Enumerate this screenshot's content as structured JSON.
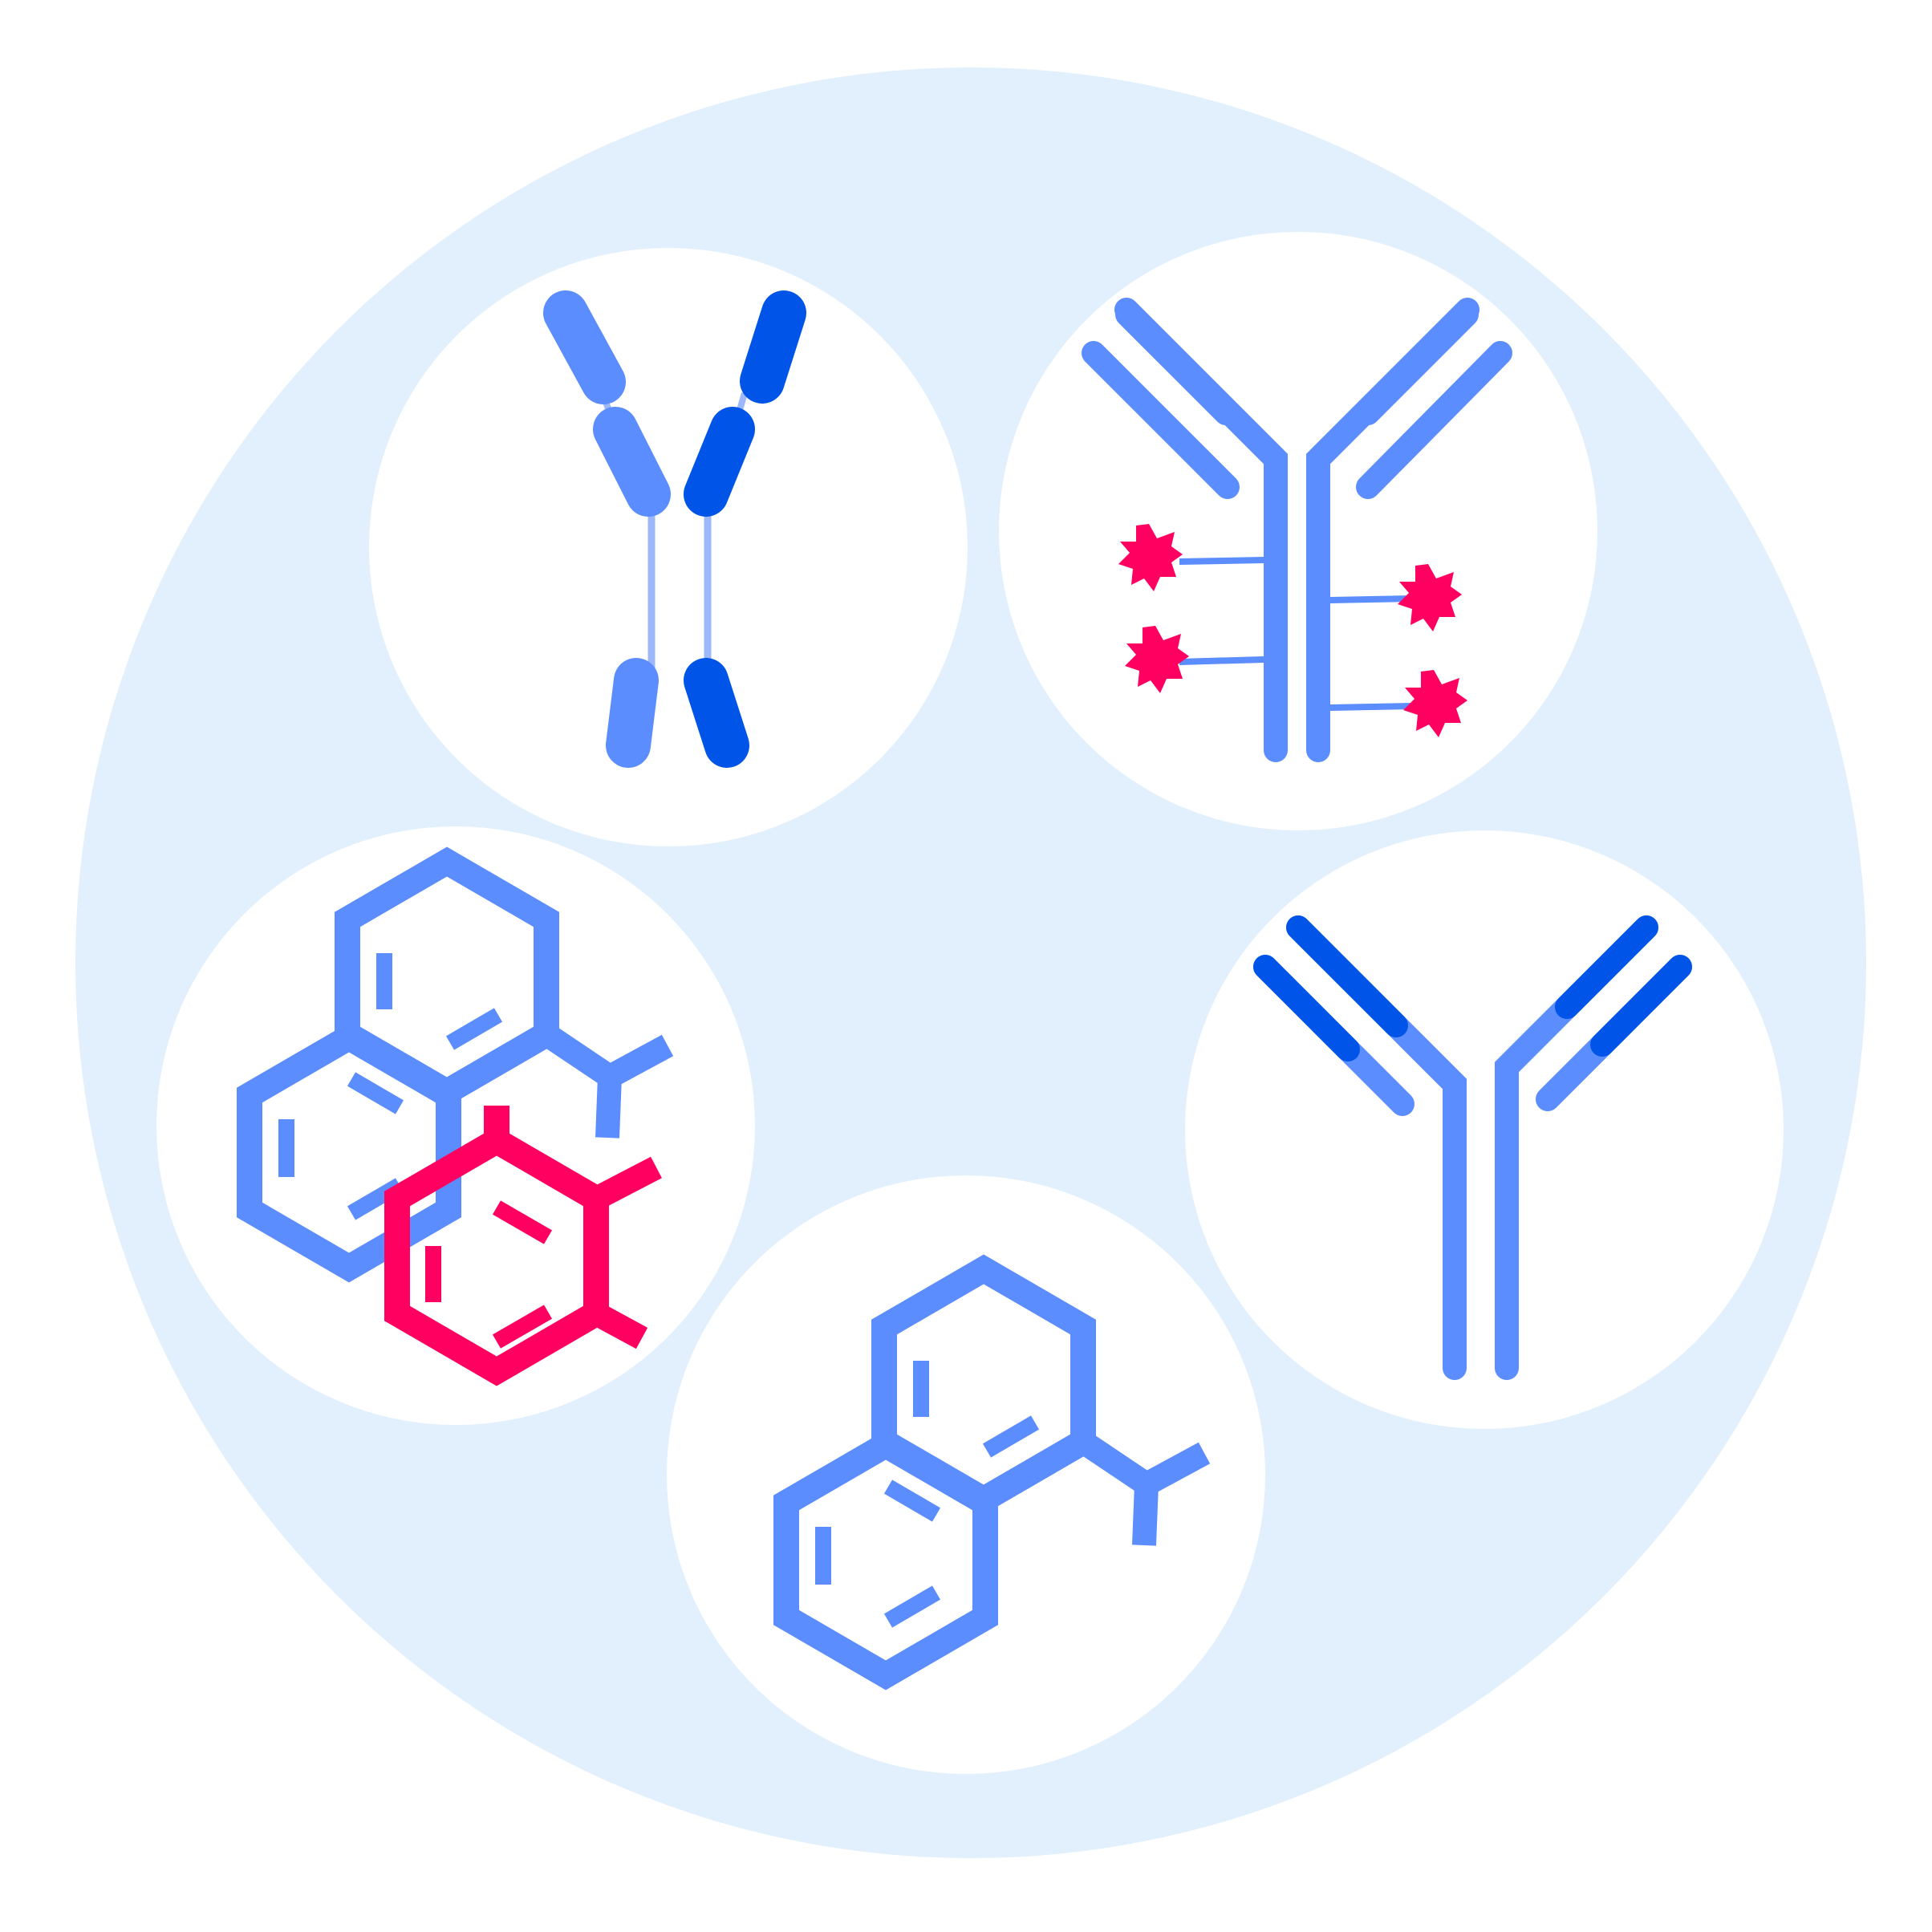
{
  "illustration": {
    "panels": [
      {
        "name": "antibody-fragment-panel",
        "icon": "antibody-fragment-icon"
      },
      {
        "name": "antibody-drug-conjugate-panel",
        "icon": "antibody-drug-conjugate-icon"
      },
      {
        "name": "modified-small-molecule-panel",
        "icon": "modified-small-molecule-icon"
      },
      {
        "name": "bispecific-antibody-panel",
        "icon": "bispecific-antibody-icon"
      },
      {
        "name": "small-molecule-panel",
        "icon": "small-molecule-icon"
      }
    ]
  },
  "colors": {
    "background_circle": "#e1f0fc",
    "panel": "#ffffff",
    "primary_blue": "#5b8dfe",
    "dark_blue": "#0055e8",
    "shade_blue": "#4a74d4",
    "linker_blue": "#9db7fb",
    "accent_pink": "#ff0060"
  }
}
